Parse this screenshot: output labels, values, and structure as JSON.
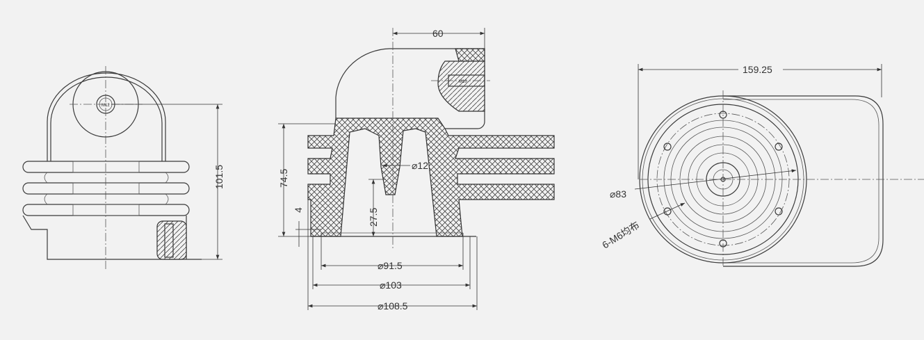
{
  "drawing": {
    "colors": {
      "background": "#f2f2f2",
      "line": "#333333"
    },
    "views": {
      "left_view": {
        "dimensions": {
          "height": "101.5"
        },
        "thread_label": "M12"
      },
      "section_view": {
        "dimensions": {
          "top_offset": "60",
          "height": "74.5",
          "base_thickness": "4",
          "inner_depth": "27.5",
          "bore": "⌀12",
          "d1": "⌀91.5",
          "d2": "⌀103",
          "d3": "⌀108.5"
        },
        "thread_label": "M10"
      },
      "top_view": {
        "dimensions": {
          "width": "159.25",
          "pitch_circle": "⌀83"
        },
        "holes_note": "6-M6均布"
      }
    }
  }
}
